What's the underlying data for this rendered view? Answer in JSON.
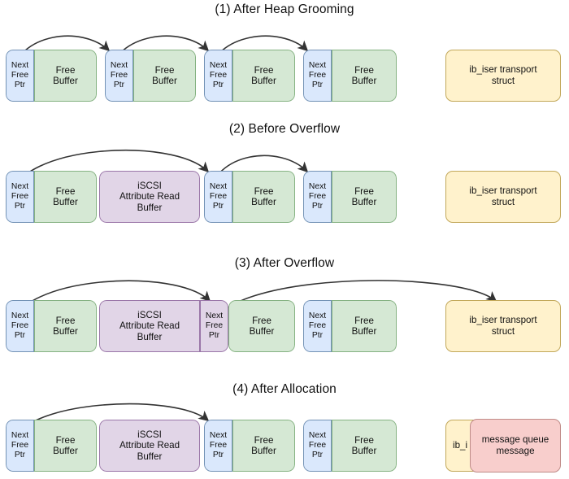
{
  "figure": {
    "labels": {
      "next_free_ptr": "Next\nFree\nPtr",
      "free_buffer": "Free\nBuffer",
      "iscsi_buffer": "iSCSI\nAttribute Read\nBuffer",
      "ib_iser_struct": "ib_iser transport\nstruct",
      "ib_iser_clipped": "ib_i",
      "message_queue_message": "message queue\nmessage"
    },
    "colors": {
      "free_buffer_fill": "#d5e8d4",
      "free_buffer_stroke": "#85b282",
      "next_free_ptr_fill": "#dae8fc",
      "next_free_ptr_stroke": "#7392b5",
      "iscsi_fill": "#e1d5e7",
      "iscsi_stroke": "#9a76a8",
      "ib_iser_fill": "#fff2cc",
      "ib_iser_stroke": "#c2a85a",
      "message_fill": "#f8cecc",
      "message_stroke": "#c08b88",
      "arrow": "#333333",
      "background": "#ffffff",
      "text": "#111111"
    },
    "panels": [
      {
        "id": "panel-1",
        "title": "(1) After Heap Grooming",
        "chunks": [
          {
            "ptr": "Next\nFree\nPtr",
            "body": "Free\nBuffer",
            "body_type": "free"
          },
          {
            "ptr": "Next\nFree\nPtr",
            "body": "Free\nBuffer",
            "body_type": "free"
          },
          {
            "ptr": "Next\nFree\nPtr",
            "body": "Free\nBuffer",
            "body_type": "free"
          },
          {
            "ptr": "Next\nFree\nPtr",
            "body": "Free\nBuffer",
            "body_type": "free"
          }
        ],
        "side_box": "ib_iser transport\nstruct",
        "arrow_count": 3
      },
      {
        "id": "panel-2",
        "title": "(2) Before Overflow",
        "chunks": [
          {
            "ptr": "Next\nFree\nPtr",
            "body": "Free\nBuffer",
            "body_type": "free"
          },
          {
            "ptr": null,
            "body": "iSCSI\nAttribute Read\nBuffer",
            "body_type": "iscsi"
          },
          {
            "ptr": "Next\nFree\nPtr",
            "body": "Free\nBuffer",
            "body_type": "free"
          },
          {
            "ptr": "Next\nFree\nPtr",
            "body": "Free\nBuffer",
            "body_type": "free"
          }
        ],
        "side_box": "ib_iser transport\nstruct",
        "arrow_count": 2
      },
      {
        "id": "panel-3",
        "title": "(3) After Overflow",
        "chunks": [
          {
            "ptr": "Next\nFree\nPtr",
            "body": "Free\nBuffer",
            "body_type": "free"
          },
          {
            "ptr": null,
            "body": "iSCSI\nAttribute Read\nBuffer",
            "body_type": "iscsi"
          },
          {
            "ptr": "Next\nFree\nPtr",
            "ptr_overwritten": true,
            "body": "Free\nBuffer",
            "body_type": "free"
          },
          {
            "ptr": "Next\nFree\nPtr",
            "body": "Free\nBuffer",
            "body_type": "free"
          }
        ],
        "side_box": "ib_iser transport\nstruct",
        "arrow_count": 2
      },
      {
        "id": "panel-4",
        "title": "(4) After Allocation",
        "chunks": [
          {
            "ptr": "Next\nFree\nPtr",
            "body": "Free\nBuffer",
            "body_type": "free"
          },
          {
            "ptr": null,
            "body": "iSCSI\nAttribute Read\nBuffer",
            "body_type": "iscsi"
          },
          {
            "ptr": "Next\nFree\nPtr",
            "body": "Free\nBuffer",
            "body_type": "free"
          },
          {
            "ptr": "Next\nFree\nPtr",
            "body": "Free\nBuffer",
            "body_type": "free"
          }
        ],
        "side_box": "ib_i",
        "overlay_box": "message queue\nmessage",
        "arrow_count": 1
      }
    ]
  }
}
